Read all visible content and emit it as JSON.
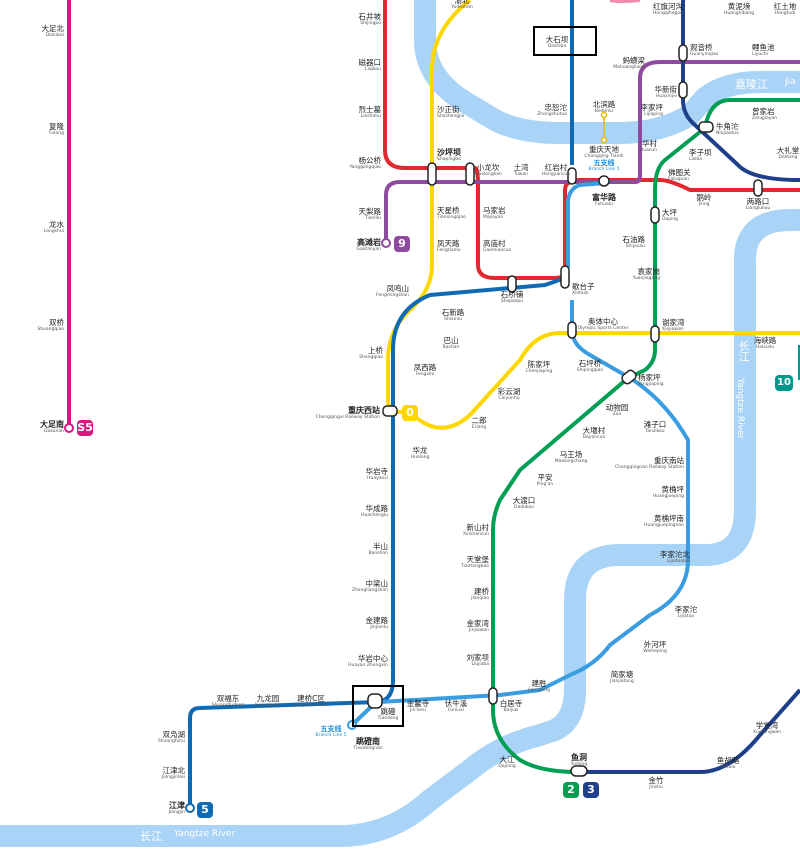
{
  "rivers": {
    "yangtze_cn": "长江",
    "yangtze_en": "Yangtze River",
    "jialing_cn": "嘉陵江",
    "jialing_en": "Jia"
  },
  "lines": {
    "s5": {
      "label": "S5",
      "color": "#d4197f"
    },
    "l9": {
      "label": "9",
      "color": "#8e4a9e"
    },
    "l0": {
      "label": "0",
      "color": "#ffd700"
    },
    "l5": {
      "label": "5",
      "color": "#0f6ab4"
    },
    "l2": {
      "label": "2",
      "color": "#009f54"
    },
    "l3": {
      "label": "3",
      "color": "#1e3f8a"
    },
    "l10": {
      "label": "10",
      "color": "#00968a"
    },
    "l1": {
      "color": "#e12830"
    },
    "l6": {
      "color": "#f08cb0"
    },
    "branch": {
      "color": "#3a9de0"
    },
    "l4": {
      "color": "#e6b800"
    }
  },
  "branch_labels": [
    {
      "cn": "五支线",
      "en": "Branch Line 5"
    },
    {
      "cn": "五支线",
      "en": "Branch Line 5"
    }
  ],
  "stations": [
    {
      "cn": "大足北",
      "en": "Dazubei"
    },
    {
      "cn": "复隆",
      "en": "Fulong"
    },
    {
      "cn": "龙水",
      "en": "Longshui"
    },
    {
      "cn": "双桥",
      "en": "Shuangqiao"
    },
    {
      "cn": "大足南",
      "en": "Dazunan"
    },
    {
      "cn": "石井坡",
      "en": "Shijingpo"
    },
    {
      "cn": "磁器口",
      "en": "Ciqikou"
    },
    {
      "cn": "烈士墓",
      "en": "Lieshimu"
    },
    {
      "cn": "杨公桥",
      "en": "Yanggongqiao"
    },
    {
      "cn": "天梨路",
      "en": "Tianlilu"
    },
    {
      "cn": "高滩岩",
      "en": "Gaotanyan"
    },
    {
      "cn": "沙正街",
      "en": "Shazhengjie"
    },
    {
      "cn": "沙坪坝",
      "en": "Shapingba"
    },
    {
      "cn": "天星桥",
      "en": "Tianxingqiao"
    },
    {
      "cn": "凤天路",
      "en": "Fengtianlu"
    },
    {
      "cn": "小龙坎",
      "en": "Xiaolongkan"
    },
    {
      "cn": "土湾",
      "en": "Tuwan"
    },
    {
      "cn": "红岩村",
      "en": "Hongyancun"
    },
    {
      "cn": "马家岩",
      "en": "Majiayan"
    },
    {
      "cn": "高庙村",
      "en": "Gaomiaocun"
    },
    {
      "cn": "忠恕沱",
      "en": "Zhongshutuo"
    },
    {
      "cn": "大石坝",
      "en": "Dashiba"
    },
    {
      "cn": "北滨路",
      "en": "Beibinlu"
    },
    {
      "cn": "重庆天地",
      "en": "Chongqing Tiandi"
    },
    {
      "cn": "富华路",
      "en": "Fuhualu"
    },
    {
      "cn": "蚂蟥梁",
      "en": "Mahuangliang"
    },
    {
      "cn": "观音桥",
      "en": "Guanyinqiao"
    },
    {
      "cn": "鲤鱼池",
      "en": "Liyuchi"
    },
    {
      "cn": "华新街",
      "en": "Huaxinjie"
    },
    {
      "cn": "李家坪",
      "en": "Lijiaping"
    },
    {
      "cn": "华村",
      "en": "Huacun"
    },
    {
      "cn": "曾家岩",
      "en": "Zengjiayan"
    },
    {
      "cn": "牛角沱",
      "en": "Niujiaotuo"
    },
    {
      "cn": "李子坝",
      "en": "Liziba"
    },
    {
      "cn": "佛图关",
      "en": "Fotuguan"
    },
    {
      "cn": "鹅岭",
      "en": "Eling"
    },
    {
      "cn": "两路口",
      "en": "Lianglukou"
    },
    {
      "cn": "大坪",
      "en": "Daping"
    },
    {
      "cn": "石油路",
      "en": "Shiyoulu"
    },
    {
      "cn": "歇台子",
      "en": "Xietaizi"
    },
    {
      "cn": "石桥铺",
      "en": "Shiqiaopu"
    },
    {
      "cn": "石新路",
      "en": "Shixinlu"
    },
    {
      "cn": "凤鸣山",
      "en": "Fengmingshan"
    },
    {
      "cn": "上桥",
      "en": "Shangqiao"
    },
    {
      "cn": "巴山",
      "en": "Bashan"
    },
    {
      "cn": "凤西路",
      "en": "Fengxilu"
    },
    {
      "cn": "重庆西站",
      "en": "Chongqingxi Railway Station"
    },
    {
      "cn": "华龙",
      "en": "Hualong"
    },
    {
      "cn": "二郎",
      "en": "Erlang"
    },
    {
      "cn": "彩云湖",
      "en": "Caiyunhu"
    },
    {
      "cn": "陈家坪",
      "en": "Chenjiaping"
    },
    {
      "cn": "奥体中心",
      "en": "Olympic Sports Center"
    },
    {
      "cn": "石坪桥",
      "en": "Shipingqiao"
    },
    {
      "cn": "袁家岗",
      "en": "Yuanjiagang"
    },
    {
      "cn": "谢家湾",
      "en": "Xiejiawan"
    },
    {
      "cn": "海峡路",
      "en": "Haixialu"
    },
    {
      "cn": "杨家坪",
      "en": "Yangjiaping"
    },
    {
      "cn": "动物园",
      "en": "Zoo"
    },
    {
      "cn": "大堰村",
      "en": "Dayancun"
    },
    {
      "cn": "马王场",
      "en": "Mawangchang"
    },
    {
      "cn": "平安",
      "en": "Ping'an"
    },
    {
      "cn": "大渡口",
      "en": "Dadukou"
    },
    {
      "cn": "新山村",
      "en": "Xinshancun"
    },
    {
      "cn": "天堂堡",
      "en": "Tiantangbao"
    },
    {
      "cn": "建桥",
      "en": "Jianqiao"
    },
    {
      "cn": "金家湾",
      "en": "Jinjiawan"
    },
    {
      "cn": "刘家坝",
      "en": "Liujiaba"
    },
    {
      "cn": "滩子口",
      "en": "Tanzikou"
    },
    {
      "cn": "重庆南站",
      "en": "Chongqingnan Railway Station"
    },
    {
      "cn": "黄桷坪",
      "en": "Huangjueping"
    },
    {
      "cn": "黄桷坪南",
      "en": "Huangjuepingnan"
    },
    {
      "cn": "李家沱北",
      "en": "Lijiatuobei"
    },
    {
      "cn": "李家沱",
      "en": "Lijiatuo"
    },
    {
      "cn": "外河坪",
      "en": "Waiheping"
    },
    {
      "cn": "简家塘",
      "en": "Jianjiatang"
    },
    {
      "cn": "华岩寺",
      "en": "Huayansi"
    },
    {
      "cn": "华成路",
      "en": "Huachenglu"
    },
    {
      "cn": "半山",
      "en": "Banshan"
    },
    {
      "cn": "中梁山",
      "en": "Zhongliangshan"
    },
    {
      "cn": "金建路",
      "en": "Jinjianlu"
    },
    {
      "cn": "华岩中心",
      "en": "Huayan Zhongxin"
    },
    {
      "cn": "双福东",
      "en": "Shuangfudong"
    },
    {
      "cn": "九龙园",
      "en": "Jiulongyuan"
    },
    {
      "cn": "建桥C区",
      "en": "Jianqiao Zone C"
    },
    {
      "cn": "跳磴",
      "en": "Tiaodeng"
    },
    {
      "cn": "跳磴南",
      "en": "Tiaodengnan"
    },
    {
      "cn": "金鳌寺",
      "en": "Jin'aosi"
    },
    {
      "cn": "伏牛溪",
      "en": "Funiuxi"
    },
    {
      "cn": "白居寺",
      "en": "Baijusi"
    },
    {
      "cn": "建胜",
      "en": "Jiansheng"
    },
    {
      "cn": "双凫湖",
      "en": "Shuangfuhu"
    },
    {
      "cn": "江津北",
      "en": "Jiangjinbei"
    },
    {
      "cn": "江津",
      "en": "Jiangjin"
    },
    {
      "cn": "大江",
      "en": "Dajiang"
    },
    {
      "cn": "鱼洞",
      "en": "Yudong"
    },
    {
      "cn": "金竹",
      "en": "Jinzhu"
    },
    {
      "cn": "鱼胡路",
      "en": "Yuhulu"
    },
    {
      "cn": "学堂湾",
      "en": "Xuetangwan"
    },
    {
      "cn": "红旗河沟",
      "en": "Hongqihegou"
    },
    {
      "cn": "黄泥塝",
      "en": "Huangnibang"
    },
    {
      "cn": "红土地",
      "en": "Hongtudi"
    },
    {
      "cn": "大礼堂",
      "en": "Dalitang"
    },
    {
      "cn": "渝北",
      "en": "Yudeshan"
    }
  ]
}
